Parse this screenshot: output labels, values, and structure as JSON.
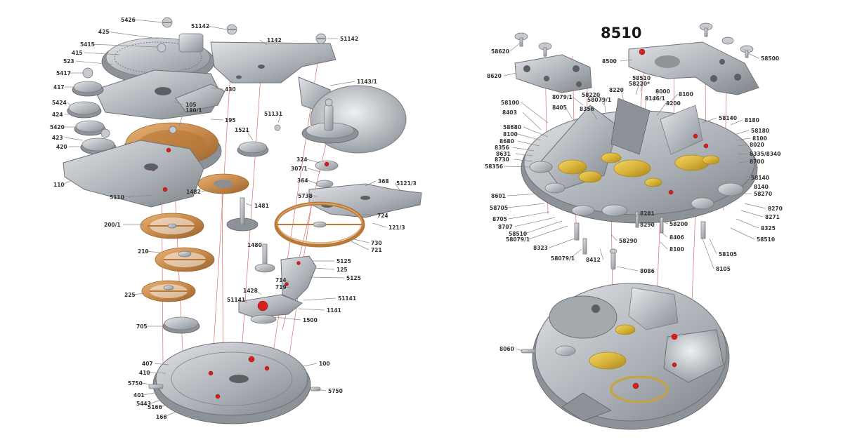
{
  "right_title": "8510",
  "left_labels": [
    {
      "key": "5426",
      "text": "5426"
    },
    {
      "key": "425",
      "text": "425"
    },
    {
      "key": "5415",
      "text": "5415"
    },
    {
      "key": "415",
      "text": "415"
    },
    {
      "key": "523",
      "text": "523"
    },
    {
      "key": "5417",
      "text": "5417"
    },
    {
      "key": "417",
      "text": "417"
    },
    {
      "key": "5424",
      "text": "5424"
    },
    {
      "key": "424",
      "text": "424"
    },
    {
      "key": "5420",
      "text": "5420"
    },
    {
      "key": "423",
      "text": "423"
    },
    {
      "key": "420",
      "text": "420"
    },
    {
      "key": "110",
      "text": "110"
    },
    {
      "key": "5110",
      "text": "5110"
    },
    {
      "key": "200_1",
      "text": "200/1"
    },
    {
      "key": "210",
      "text": "210"
    },
    {
      "key": "225",
      "text": "225"
    },
    {
      "key": "705",
      "text": "705"
    },
    {
      "key": "407",
      "text": "407"
    },
    {
      "key": "410",
      "text": "410"
    },
    {
      "key": "5750a",
      "text": "5750"
    },
    {
      "key": "401",
      "text": "401"
    },
    {
      "key": "5443",
      "text": "5443"
    },
    {
      "key": "5166",
      "text": "5166"
    },
    {
      "key": "166",
      "text": "166"
    },
    {
      "key": "51142a",
      "text": "51142"
    },
    {
      "key": "1142",
      "text": "1142"
    },
    {
      "key": "51142b",
      "text": "51142"
    },
    {
      "key": "430",
      "text": "430"
    },
    {
      "key": "105",
      "text": "105"
    },
    {
      "key": "180_1",
      "text": "180/1"
    },
    {
      "key": "195",
      "text": "195"
    },
    {
      "key": "1143_1",
      "text": "1143/1"
    },
    {
      "key": "51131",
      "text": "51131"
    },
    {
      "key": "1521",
      "text": "1521"
    },
    {
      "key": "324",
      "text": "324"
    },
    {
      "key": "307_1",
      "text": "307/1"
    },
    {
      "key": "364",
      "text": "364"
    },
    {
      "key": "368",
      "text": "368"
    },
    {
      "key": "5121_3",
      "text": "5121/3"
    },
    {
      "key": "5738",
      "text": "5738"
    },
    {
      "key": "1482",
      "text": "1482"
    },
    {
      "key": "1481",
      "text": "1481"
    },
    {
      "key": "724",
      "text": "724"
    },
    {
      "key": "121_3",
      "text": "121/3"
    },
    {
      "key": "730",
      "text": "730"
    },
    {
      "key": "721",
      "text": "721"
    },
    {
      "key": "1480",
      "text": "1480"
    },
    {
      "key": "5125a",
      "text": "5125"
    },
    {
      "key": "125",
      "text": "125"
    },
    {
      "key": "5125b",
      "text": "5125"
    },
    {
      "key": "714",
      "text": "714"
    },
    {
      "key": "719",
      "text": "719"
    },
    {
      "key": "1428",
      "text": "1428"
    },
    {
      "key": "51141a",
      "text": "51141"
    },
    {
      "key": "51141b",
      "text": "51141"
    },
    {
      "key": "1141",
      "text": "1141"
    },
    {
      "key": "1500",
      "text": "1500"
    },
    {
      "key": "100",
      "text": "100"
    },
    {
      "key": "5750b",
      "text": "5750"
    }
  ],
  "right_labels": [
    {
      "key": "58620",
      "text": "58620"
    },
    {
      "key": "8620",
      "text": "8620"
    },
    {
      "key": "8500",
      "text": "8500"
    },
    {
      "key": "58500",
      "text": "58500"
    },
    {
      "key": "58510",
      "text": "58510"
    },
    {
      "key": "58220s",
      "text": "58220*"
    },
    {
      "key": "8220",
      "text": "8220"
    },
    {
      "key": "58220",
      "text": "58220"
    },
    {
      "key": "8079_1a",
      "text": "8079/1"
    },
    {
      "key": "58079_1a",
      "text": "58079/1"
    },
    {
      "key": "8000",
      "text": "8000"
    },
    {
      "key": "8100a",
      "text": "8100"
    },
    {
      "key": "58100",
      "text": "58100"
    },
    {
      "key": "8403",
      "text": "8403"
    },
    {
      "key": "8405",
      "text": "8405"
    },
    {
      "key": "8356a",
      "text": "8356"
    },
    {
      "key": "8146_1",
      "text": "8146/1"
    },
    {
      "key": "8200",
      "text": "8200"
    },
    {
      "key": "58140a",
      "text": "58140"
    },
    {
      "key": "8180",
      "text": "8180"
    },
    {
      "key": "58680",
      "text": "58680"
    },
    {
      "key": "8100b",
      "text": "8100"
    },
    {
      "key": "8680",
      "text": "8680"
    },
    {
      "key": "8356b",
      "text": "8356"
    },
    {
      "key": "8631",
      "text": "8631"
    },
    {
      "key": "8730",
      "text": "8730"
    },
    {
      "key": "58356",
      "text": "58356"
    },
    {
      "key": "58180",
      "text": "58180"
    },
    {
      "key": "8100c",
      "text": "8100"
    },
    {
      "key": "8020",
      "text": "8020"
    },
    {
      "key": "8335_8340",
      "text": "8335/8340"
    },
    {
      "key": "8700",
      "text": "8700"
    },
    {
      "key": "58140b",
      "text": "58140"
    },
    {
      "key": "8140",
      "text": "8140"
    },
    {
      "key": "58270",
      "text": "58270"
    },
    {
      "key": "8601",
      "text": "8601"
    },
    {
      "key": "58705",
      "text": "58705"
    },
    {
      "key": "8705",
      "text": "8705"
    },
    {
      "key": "8707",
      "text": "8707"
    },
    {
      "key": "58510b",
      "text": "58510"
    },
    {
      "key": "58079_1b",
      "text": "58079/1"
    },
    {
      "key": "8323",
      "text": "8323"
    },
    {
      "key": "58079_1c",
      "text": "58079/1"
    },
    {
      "key": "8412",
      "text": "8412"
    },
    {
      "key": "8281",
      "text": "8281"
    },
    {
      "key": "8290",
      "text": "8290"
    },
    {
      "key": "58290",
      "text": "58290"
    },
    {
      "key": "58200",
      "text": "58200"
    },
    {
      "key": "8406",
      "text": "8406"
    },
    {
      "key": "8100d",
      "text": "8100"
    },
    {
      "key": "8270",
      "text": "8270"
    },
    {
      "key": "8271",
      "text": "8271"
    },
    {
      "key": "8325",
      "text": "8325"
    },
    {
      "key": "58510c",
      "text": "58510"
    },
    {
      "key": "58105",
      "text": "58105"
    },
    {
      "key": "8105",
      "text": "8105"
    },
    {
      "key": "8086",
      "text": "8086"
    },
    {
      "key": "8060",
      "text": "8060"
    }
  ],
  "colors": {
    "steel": "#b9bec4",
    "brass": "#c98a4a",
    "gold": "#d9b43a",
    "jewel": "#d61f1f",
    "label": "#333333"
  }
}
